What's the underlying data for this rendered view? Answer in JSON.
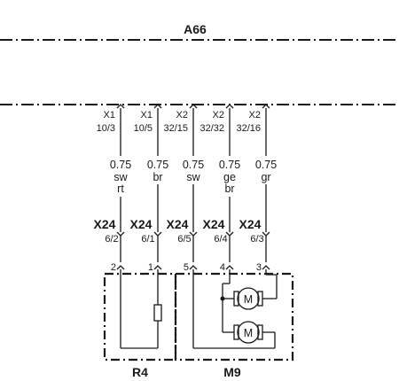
{
  "diagram": {
    "module_label": "A66",
    "top_pins": [
      {
        "connector": "X1",
        "pin": "10/3"
      },
      {
        "connector": "X1",
        "pin": "10/5"
      },
      {
        "connector": "X2",
        "pin": "32/15"
      },
      {
        "connector": "X2",
        "pin": "32/32"
      },
      {
        "connector": "X2",
        "pin": "32/16"
      }
    ],
    "wires": [
      {
        "size": "0.75",
        "color1": "sw",
        "color2": "rt"
      },
      {
        "size": "0.75",
        "color1": "br",
        "color2": ""
      },
      {
        "size": "0.75",
        "color1": "sw",
        "color2": ""
      },
      {
        "size": "0.75",
        "color1": "ge",
        "color2": "br"
      },
      {
        "size": "0.75",
        "color1": "gr",
        "color2": ""
      }
    ],
    "bottom_connectors": [
      {
        "name": "X24",
        "pin": "6/2"
      },
      {
        "name": "X24",
        "pin": "6/1"
      },
      {
        "name": "X24",
        "pin": "6/5"
      },
      {
        "name": "X24",
        "pin": "6/4"
      },
      {
        "name": "X24",
        "pin": "6/3"
      }
    ],
    "component_pins": [
      "2",
      "1",
      "5",
      "4",
      "3"
    ],
    "motor_symbol": "M",
    "components": [
      "R4",
      "M9"
    ]
  }
}
